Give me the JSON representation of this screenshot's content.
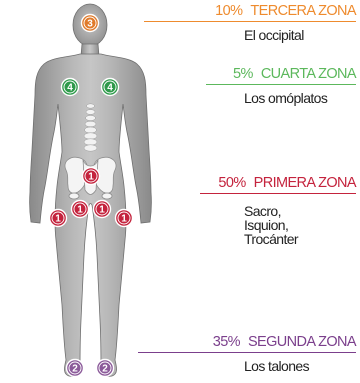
{
  "zones": [
    {
      "id": "tercera",
      "percent": "10%",
      "title": "TERCERA ZONA",
      "color": "#ee8b2e",
      "desc": [
        "El occipital"
      ]
    },
    {
      "id": "cuarta",
      "percent": "5%",
      "title": "CUARTA ZONA",
      "color": "#5cb85c",
      "desc": [
        "Los omóplatos"
      ]
    },
    {
      "id": "primera",
      "percent": "50%",
      "title": "PRIMERA ZONA",
      "color": "#c4233d",
      "desc": [
        "Sacro,",
        "Isquion,",
        "Trocánter"
      ]
    },
    {
      "id": "segunda",
      "percent": "35%",
      "title": "SEGUNDA ZONA",
      "color": "#7b3f8c",
      "desc": [
        "Los talones"
      ]
    }
  ],
  "markers": {
    "head": "3",
    "shoulders": "4",
    "sacrum": "1",
    "hips": "1",
    "heels": "2"
  },
  "marker_colors": {
    "1": "#c4233d",
    "2": "#8b5a9a",
    "3": "#e07a2a",
    "4": "#2e9a4a"
  }
}
